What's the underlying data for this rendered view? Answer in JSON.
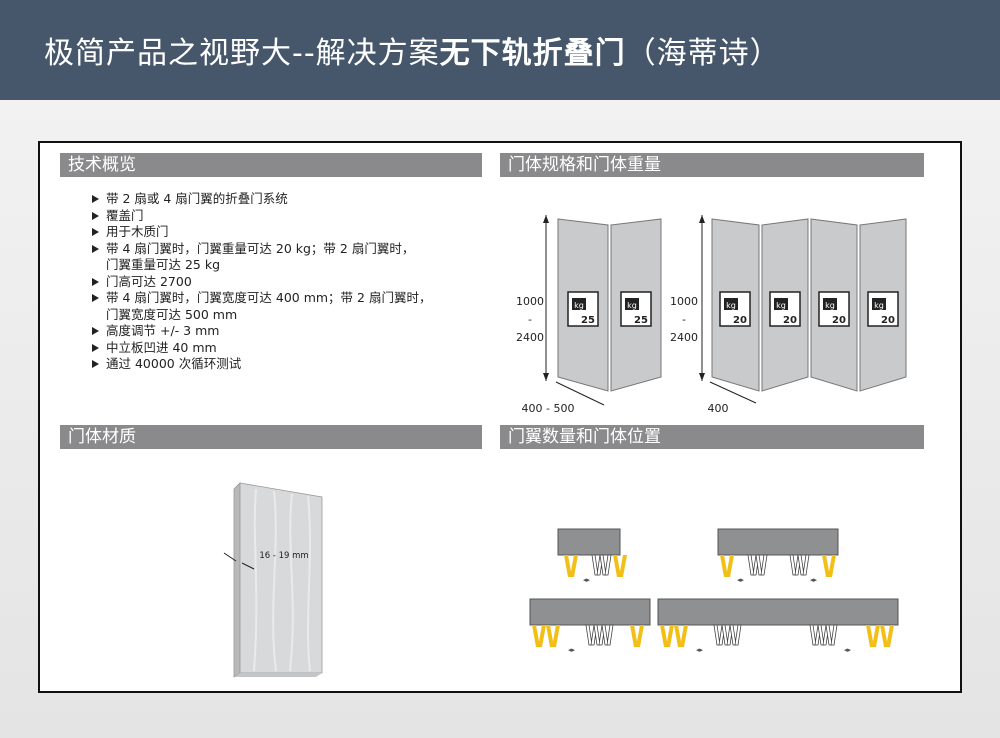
{
  "header": {
    "title_normal": "极简产品之视野大--解决方案",
    "title_bold": "无下轨折叠门",
    "title_suffix": "（海蒂诗）"
  },
  "sections": {
    "tech": {
      "title": "技术概览",
      "items": [
        {
          "line1": "带 2 扇或 4 扇门翼的折叠门系统",
          "line2": ""
        },
        {
          "line1": "覆盖门",
          "line2": ""
        },
        {
          "line1": "用于木质门",
          "line2": ""
        },
        {
          "line1": "带 4 扇门翼时，门翼重量可达 20 kg；带 2 扇门翼时，",
          "line2": "门翼重量可达 25 kg"
        },
        {
          "line1": "门高可达  2700",
          "line2": ""
        },
        {
          "line1": "带 4 扇门翼时，门翼宽度可达 400 mm；带 2 扇门翼时，",
          "line2": "门翼宽度可达 500 mm"
        },
        {
          "line1": "高度调节 +/- 3 mm",
          "line2": ""
        },
        {
          "line1": "中立板凹进 40 mm",
          "line2": ""
        },
        {
          "line1": "通过 40000 次循环测试",
          "line2": ""
        }
      ]
    },
    "specs": {
      "title": "门体规格和门体重量",
      "two_panel": {
        "h_top": "1000",
        "h_dash": "-",
        "h_bottom": "2400",
        "width": "400 - 500",
        "kg": "kg",
        "weight": "25"
      },
      "four_panel": {
        "h_top": "1000",
        "h_dash": "-",
        "h_bottom": "2400",
        "width": "400",
        "kg": "kg",
        "weight": "20"
      }
    },
    "material": {
      "title": "门体材质",
      "thickness": "16 - 19 mm"
    },
    "positions": {
      "title": "门翼数量和门体位置"
    }
  },
  "colors": {
    "header_bg": "#46566b",
    "section_header": "#8a8a8c",
    "panel": "#c9cacc",
    "hinge_yellow": "#f2bf16"
  }
}
